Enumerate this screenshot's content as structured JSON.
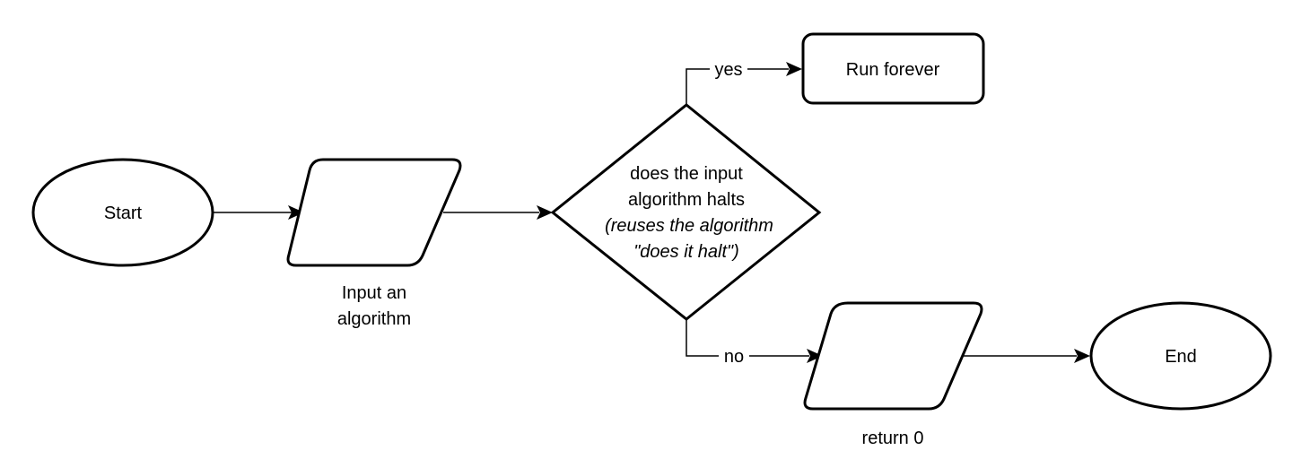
{
  "nodes": {
    "start": {
      "label": "Start"
    },
    "input": {
      "label_line1": "Input an",
      "label_line2": "algorithm"
    },
    "decision": {
      "line1": "does the input",
      "line2": "algorithm halts",
      "line3": "(reuses the algorithm",
      "line4": "\"does it halt\")"
    },
    "run_forever": {
      "label": "Run forever"
    },
    "return": {
      "label": "return 0"
    },
    "end": {
      "label": "End"
    }
  },
  "edges": {
    "yes": "yes",
    "no": "no"
  }
}
